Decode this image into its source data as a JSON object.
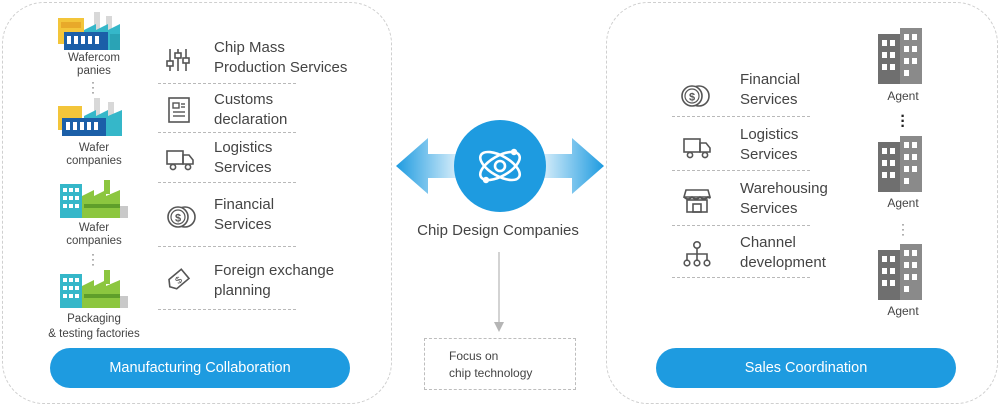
{
  "manufacturing": {
    "factories": [
      {
        "label": "Wafercom\npanies"
      },
      {
        "label": "Wafer\ncompanies"
      },
      {
        "label": "Wafer\ncompanies"
      },
      {
        "label": "Packaging\n& testing factories"
      }
    ],
    "services": [
      {
        "label": "Chip Mass\nProduction Services",
        "icon": "sliders-icon"
      },
      {
        "label": "Customs\ndeclaration",
        "icon": "document-icon"
      },
      {
        "label": "Logistics\nServices",
        "icon": "truck-icon"
      },
      {
        "label": "Financial\nServices",
        "icon": "coins-icon"
      },
      {
        "label": "Foreign exchange\nplanning",
        "icon": "currency-tag-icon"
      }
    ],
    "button_label": "Manufacturing Collaboration"
  },
  "center": {
    "title": "Chip Design Companies",
    "focus_line1": "Focus on",
    "focus_line2": "chip technology"
  },
  "sales": {
    "services": [
      {
        "label": "Financial\nServices",
        "icon": "coins-icon"
      },
      {
        "label": "Logistics\nServices",
        "icon": "truck-icon"
      },
      {
        "label": "Warehousing\nServices",
        "icon": "store-icon"
      },
      {
        "label": "Channel\ndevelopment",
        "icon": "hierarchy-icon"
      }
    ],
    "agents": [
      {
        "label": "Agent"
      },
      {
        "label": "Agent"
      },
      {
        "label": "Agent"
      }
    ],
    "button_label": "Sales Coordination"
  },
  "colors": {
    "accent": "#1e9be0",
    "factory_blue": "#1b5fa8",
    "factory_yellow": "#f3c53a",
    "factory_green": "#8cc63f",
    "factory_teal": "#35b7c9",
    "building_gray": "#7d7d7d"
  }
}
